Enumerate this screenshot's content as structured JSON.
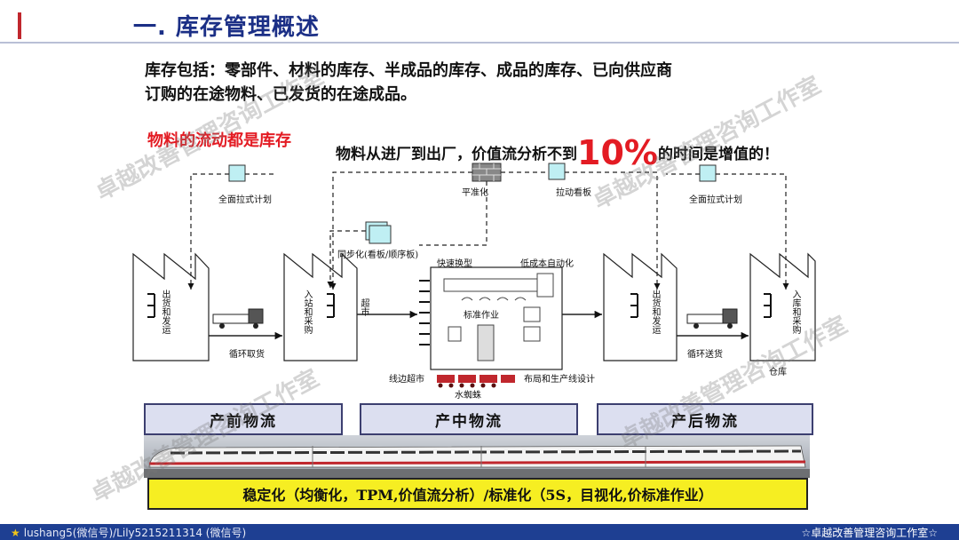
{
  "header": {
    "title": "一. 库存管理概述"
  },
  "intro": {
    "label": "库存包括：",
    "line1": "零部件、材料的库存、半成品的库存、成品的库存、已向供应商",
    "line2": "订购的在途物料、已发货的在途成品。"
  },
  "highlight": {
    "red_tag": "物料的流动都是库存",
    "claim_before": "物料从进厂到出厂，价值流分析不到",
    "claim_big": "10%",
    "claim_after": "的时间是增值的！"
  },
  "diagram": {
    "labels": {
      "pull_plan_left": "全面拉式计划",
      "pull_plan_right": "全面拉式计划",
      "level": "平准化",
      "kanban": "拉动看板",
      "sync": "同步化(看板/顺序板)",
      "quick_change": "快速换型",
      "low_cost_auto": "低成本自动化",
      "standard_work": "标准作业",
      "ship_left": "出货和发运",
      "receive_left": "入站和采购",
      "supermarket": "超市",
      "ship_right": "出货和发运",
      "receive_right": "入库和采购",
      "milk_run_in": "循环取货",
      "milk_run_out": "循环送货",
      "line_side": "线边超市",
      "water_spider": "水蜘蛛",
      "layout_design": "布局和生产线设计",
      "warehouse": "仓库"
    }
  },
  "phases": {
    "pre": "产前物流",
    "mid": "产中物流",
    "post": "产后物流"
  },
  "bottom_bar": "稳定化（均衡化，TPM,价值流分析）/标准化（5S，目视化,价标准作业）",
  "footer": {
    "left": "lushang5(微信号)/Lily5215211314 (微信号)",
    "right": "☆卓越改善管理咨询工作室☆"
  },
  "watermark": "卓越改善管理咨询工作室",
  "colors": {
    "title": "#1b2f86",
    "accent_red": "#e31b23",
    "footer": "#1e3f92",
    "yellow": "#f6ee22",
    "phase_fill": "#dcdff0"
  }
}
